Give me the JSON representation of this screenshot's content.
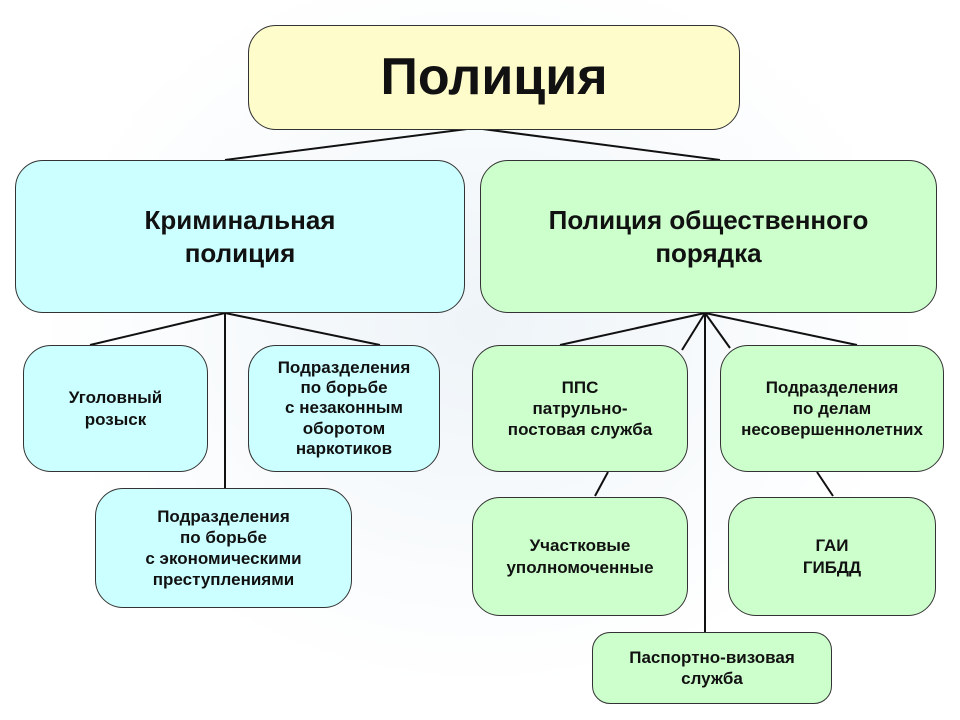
{
  "title": "Полиция",
  "branches": {
    "criminal": {
      "label": "Криминальная\nполиция",
      "children": [
        "Уголовный\nрозыск",
        "Подразделения\nпо борьбе\nс незаконным\nоборотом\nнаркотиков",
        "Подразделения\nпо борьбе\nс экономическими\nпреступлениями"
      ]
    },
    "public_order": {
      "label": "Полиция общественного\nпорядка",
      "children": [
        "ППС\nпатрульно-\nпостовая служба",
        "Подразделения\nпо  делам\nнесовершеннолетних",
        "Участковые\nуполномоченные",
        "ГАИ\nГИБДД",
        "Паспортно-визовая\nслужба"
      ]
    }
  },
  "colors": {
    "root": "#fffccc",
    "criminal": "#ccffff",
    "public_order": "#ccffcc"
  }
}
